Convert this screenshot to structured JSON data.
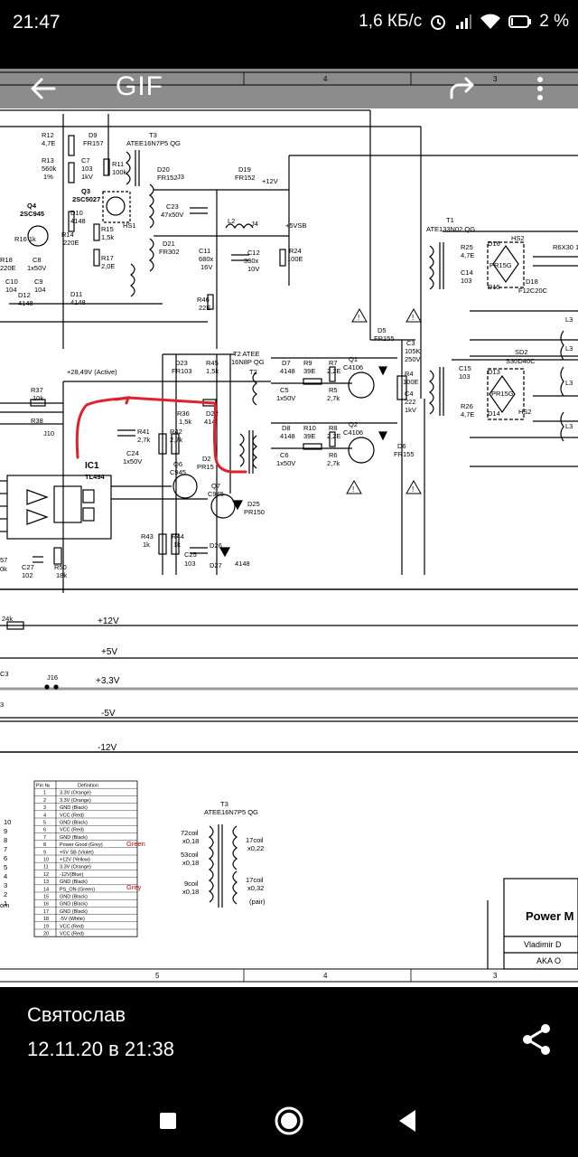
{
  "status_bar": {
    "time": "21:47",
    "network_speed": "1,6 КБ/с",
    "battery": "2 %"
  },
  "toolbar": {
    "title": "GIF",
    "icons": [
      "back-arrow-icon",
      "share-forward-icon",
      "more-vert-icon"
    ]
  },
  "image": {
    "grid_labels": [
      "4",
      "3",
      "5",
      "4",
      "3"
    ],
    "labels": {
      "r12": "R12",
      "r12v": "4,7E",
      "d9": "D9",
      "d9v": "FR157",
      "t3": "T3",
      "t3v": "ATEE16N7P5 QG",
      "r13": "R13",
      "r13v": "560k",
      "r13p": "1%",
      "c7": "C7",
      "c7v": "103",
      "c7k": "1kV",
      "r11": "R11",
      "r11v": "100k",
      "q4": "Q4",
      "q4v": "2SC945",
      "q3": "Q3",
      "q3v": "2SC5027",
      "d10": "D10",
      "d10v": "4148",
      "r16": "R16 1k",
      "r14": "R14",
      "r14v": "220E",
      "r15": "R15",
      "r15v": "1,5k",
      "hs1": "HS1",
      "r18": "R18",
      "r18v": "220E",
      "c8": "C8",
      "c8v": "1x50V",
      "r17": "R17",
      "r17v": "2,0E",
      "c10": "C10",
      "c10v": "104",
      "c9": "C9",
      "c9v": "104",
      "d12": "D12",
      "d12v": "4148",
      "d11": "D11",
      "d11v": "4148",
      "d20": "D20",
      "d20v": "FR152",
      "j3": "J3",
      "d19": "D19",
      "d19v": "FR152",
      "p12": "+12V",
      "c23": "C23",
      "c23v": "47x50V",
      "l2": "L2",
      "j4": "J4",
      "p5vsb": "+5VSB",
      "d21": "D21",
      "d21v": "FR302",
      "c11": "C11",
      "c11v": "680x",
      "c11k": "16V",
      "c12": "C12",
      "c12v": "330x",
      "c12k": "10V",
      "r24": "R24",
      "r24v": "100E",
      "r46": "R46",
      "r46v": "22E",
      "t1": "T1",
      "t1v": "ATE133N02 QG",
      "r25": "R25",
      "r25v": "4,7E",
      "d16": "D16",
      "hs2": "HS2",
      "c14": "C14",
      "c14v": "103",
      "d15": "D15",
      "pr15g": "PR15G",
      "d18": "D18",
      "d18v": "F12C20C",
      "r6x30": "R6X30 1",
      "d5": "D5",
      "d5v": "FR155",
      "c3": "C3",
      "c3v": "105K",
      "c3k": "250V",
      "r4": "R4",
      "r4v": "100E",
      "c4": "C4",
      "c4v": "222",
      "c4k": "1kV",
      "sd2": "SD2",
      "sd2v": "S30D40C",
      "c15": "C15",
      "c15v": "103",
      "r26": "R26",
      "r26v": "4,7E",
      "d13": "D13",
      "d14": "D14",
      "l3a": "L3",
      "l3b": "L3",
      "l3c": "L3",
      "l3d": "L3",
      "d23": "D23",
      "d23v": "FR103",
      "r45": "R45",
      "r45v": "1,5k",
      "t2": "T2 ATEE",
      "t2v": "16N8P QG",
      "t2l": "T2",
      "active": "+28,49V (Active)",
      "r37": "R37",
      "r37v": "10k",
      "r38": "R38",
      "d7": "D7",
      "d7v": "4148",
      "r9": "R9",
      "r9v": "39E",
      "r7": "R7",
      "r7v": "2,2E",
      "q1": "Q1",
      "q1v": "C4106",
      "c5": "C5",
      "c5v": "1x50V",
      "r5": "R5",
      "r5v": "2,7k",
      "r36": "R36",
      "r36v": "1,5k",
      "d22": "D22",
      "d22v": "414",
      "r41": "R41",
      "r41v": "2,7k",
      "r42": "R42",
      "r42v": "2,7k",
      "c24": "C24",
      "c24v": "1x50V",
      "j10": "J10",
      "d8": "D8",
      "d8v": "4148",
      "r10": "R10",
      "r10v": "39E",
      "r8": "R8",
      "r8v": "2,2E",
      "q2": "Q2",
      "q2v": "C4106",
      "c6": "C6",
      "c6v": "1x50V",
      "r6": "R6",
      "r6v": "2,7k",
      "d6": "D6",
      "d6v": "FR155",
      "ic1": "IC1",
      "ic1v": "TL494",
      "q6": "Q6",
      "q6v": "C945",
      "d2x": "D2",
      "pr15": "PR15",
      "q7": "Q7",
      "q7v": "C945",
      "d25": "D25",
      "d25v": "PR150",
      "r43": "R43",
      "r43v": "1k",
      "r44": "R44",
      "r44v": "1k",
      "d26": "D26",
      "d27": "D27",
      "d27v": "4148",
      "c25": "C25",
      "c25v": "103",
      "c27": "C27",
      "c27v": "102",
      "r50": "R50",
      "r50v": "18k",
      "r57": "57",
      "r57k": "0k",
      "p12rail": "+12V",
      "p5rail": "+5V",
      "p33rail": "+3,3V",
      "j16": "J16",
      "m5rail": "-5V",
      "m12rail": "-12V",
      "k24": "24k",
      "c3x": "C3",
      "x3": "3",
      "t3b": "T3",
      "t3bv": "ATEE16N7P5 QG",
      "coil72": "72coil",
      "coil72v": "x0,18",
      "coil53": "53coil",
      "coil53v": "x0,18",
      "coil9": "9coil",
      "coil9v": "x0,18",
      "coil17a": "17coil",
      "coil17av": "x0,22",
      "coil17b": "17coil",
      "coil17bv": "x0,32",
      "pair": "(pair)",
      "pm": "Power M",
      "vlad": "Vladimir D",
      "aka": "AKA O",
      "om": "om",
      "green": "Green",
      "grey": "Grey",
      "n10": "10",
      "n9": "9",
      "n8": "8",
      "n7": "7",
      "n6": "6",
      "n5": "5",
      "n4": "4",
      "n3": "3",
      "n2": "2",
      "n1": "1"
    },
    "pin_table": {
      "headers": [
        "Pin №",
        "Definition"
      ],
      "rows": [
        [
          "1",
          "3.3V (Orange)"
        ],
        [
          "2",
          "3.3V (Orange)"
        ],
        [
          "3",
          "GND (Black)"
        ],
        [
          "4",
          "VCC (Red)"
        ],
        [
          "5",
          "GND (Black)"
        ],
        [
          "6",
          "VCC (Red)"
        ],
        [
          "7",
          "GND (Black)"
        ],
        [
          "8",
          "Power Good (Grey)"
        ],
        [
          "9",
          "+5V SB (Violet)"
        ],
        [
          "10",
          "+12V (Yellow)"
        ],
        [
          "11",
          "3.3V (Orange)"
        ],
        [
          "12",
          "-12V(Blue)"
        ],
        [
          "13",
          "GND (Black)"
        ],
        [
          "14",
          "PS_ON (Green)"
        ],
        [
          "15",
          "GND (Black)"
        ],
        [
          "16",
          "GND (Black)"
        ],
        [
          "17",
          "GND (Black)"
        ],
        [
          "18",
          "-5V (White)"
        ],
        [
          "19",
          "VCC (Red)"
        ],
        [
          "20",
          "VCC (Red)"
        ]
      ]
    },
    "annotation_color": "#e0202a"
  },
  "message": {
    "sender": "Святослав",
    "date": "12.11.20 в 21:38"
  },
  "nav": {
    "icons": [
      "recents-square-icon",
      "home-circle-icon",
      "back-triangle-icon"
    ]
  }
}
